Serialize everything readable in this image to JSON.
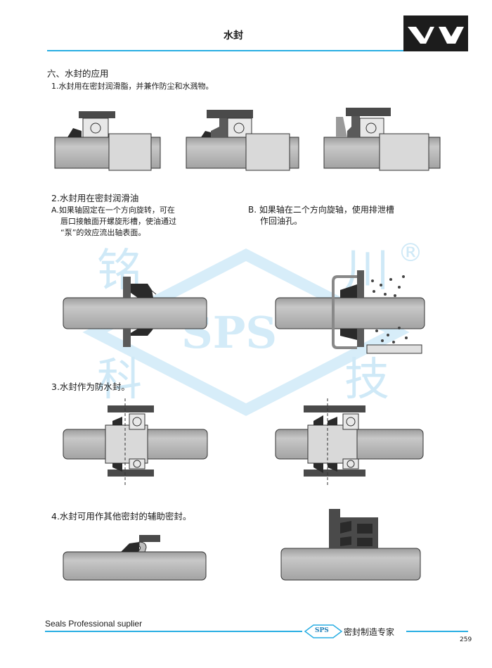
{
  "header": {
    "title": "水封"
  },
  "section": {
    "heading": "六、水封的应用",
    "item1": "1.水封用在密封润滑脂，并兼作防尘和水溅物。",
    "item2": "2.水封用在密封润滑油",
    "item2a_line1": "A.如果轴固定在一个方向旋转，可在",
    "item2a_line2": "唇口接触面开螺旋形槽，使油通过",
    "item2a_line3": "“泵”的效应流出轴表面。",
    "item2b_line1": "B. 如果轴在二个方向旋轴，使用排泄槽",
    "item2b_line2": "作回油孔。",
    "item3": "3.水封作为防水封。",
    "item4": "4.水封可用作其他密封的辅助密封。"
  },
  "watermark": {
    "chars": [
      "铭",
      "川",
      "科",
      "技"
    ],
    "logo": "SPS",
    "reg": "®"
  },
  "footer": {
    "left": "Seals Professional suplier",
    "logo": "SPS",
    "right": "密封制造专家",
    "page": "259"
  },
  "colors": {
    "accent": "#29aee3",
    "dark": "#4a4a4a",
    "shaft": "#b5b5b5",
    "watermark": "#cfe9f7"
  }
}
